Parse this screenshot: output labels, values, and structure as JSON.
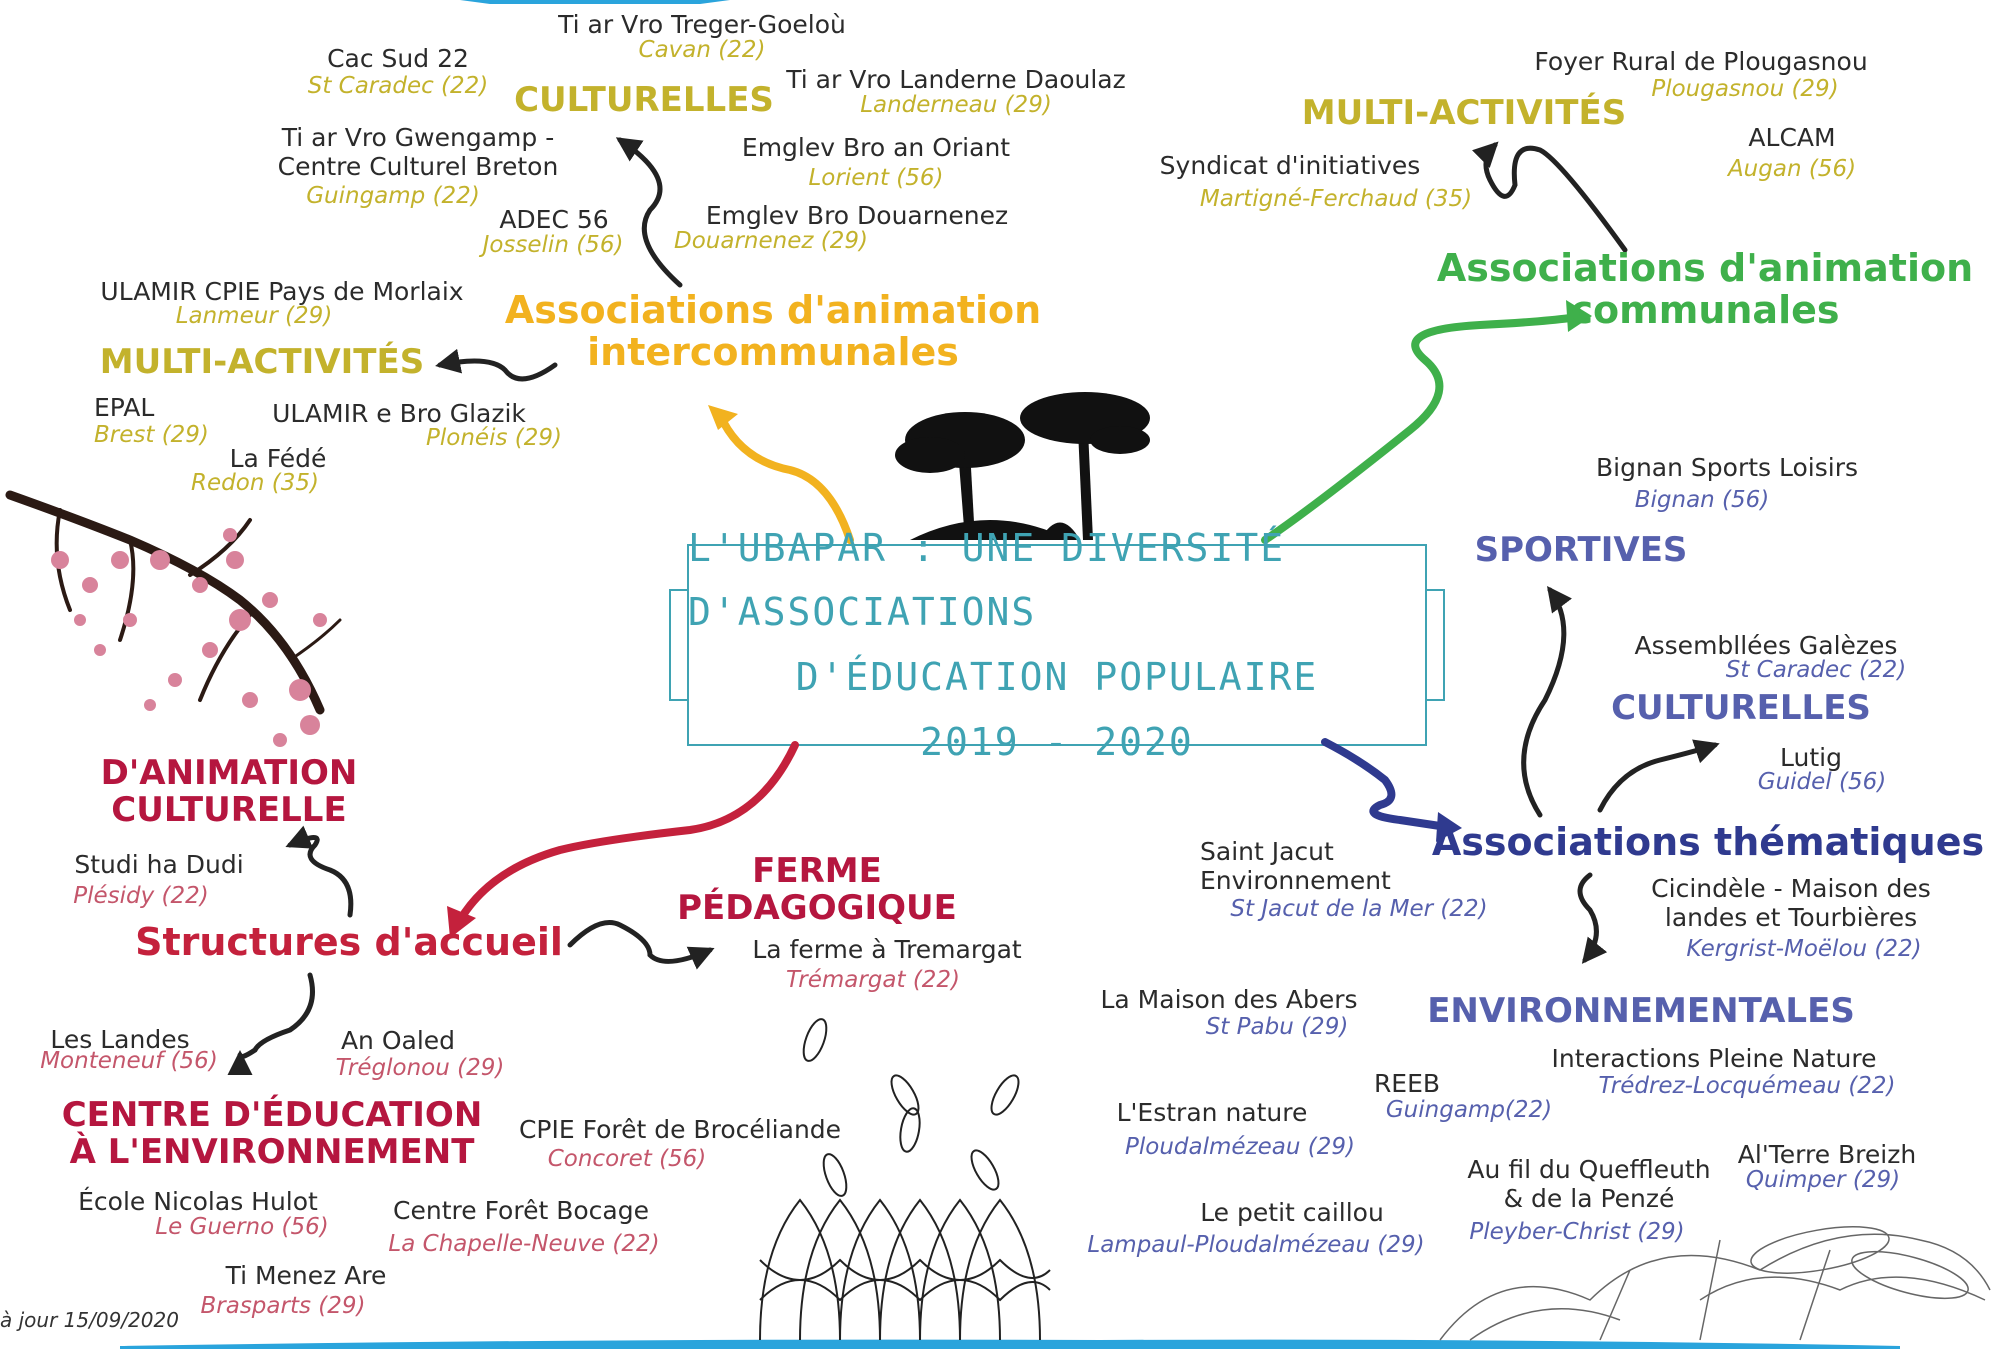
{
  "title": {
    "line1": "L'UBAPAR : UNE DIVERSITÉ D'ASSOCIATIONS",
    "line2": "D'ÉDUCATION POPULAIRE",
    "line3": "2019 - 2020"
  },
  "branches": {
    "intercommunales": {
      "label_l1": "Associations d'animation",
      "label_l2": "intercommunales",
      "color": "#f2b21f"
    },
    "communales": {
      "label_l1": "Associations d'animation",
      "label_l2": "communales",
      "color": "#3fb04b"
    },
    "thematiques": {
      "label": "Associations thématiques",
      "color": "#2f3a8f"
    },
    "accueil": {
      "label": "Structures d'accueil",
      "color": "#c4213c"
    }
  },
  "categories": {
    "culturelles_inter": "CULTURELLES",
    "multi_inter": "MULTI-ACTIVITÉS",
    "multi_comm": "MULTI-ACTIVITÉS",
    "sportives": "SPORTIVES",
    "culturelles_them": "CULTURELLES",
    "environnementales": "ENVIRONNEMENTALES",
    "animation_culturelle_l1": "D'ANIMATION",
    "animation_culturelle_l2": "CULTURELLE",
    "ferme_l1": "FERME",
    "ferme_l2": "PÉDAGOGIQUE",
    "centre_l1": "CENTRE D'ÉDUCATION",
    "centre_l2": "À L'ENVIRONNEMENT"
  },
  "entries": {
    "cac": {
      "name": "Cac Sud 22",
      "place": "St Caradec (22)"
    },
    "treger": {
      "name": "Ti ar Vro Treger-Goeloù",
      "place": "Cavan (22)"
    },
    "landerne": {
      "name": "Ti ar Vro Landerne Daoulaz",
      "place": "Landerneau (29)"
    },
    "gwengamp": {
      "name_l1": "Ti ar Vro Gwengamp -",
      "name_l2": "Centre Culturel Breton",
      "place": "Guingamp (22)"
    },
    "oriant": {
      "name": "Emglev Bro an Oriant",
      "place": "Lorient (56)"
    },
    "adec": {
      "name": "ADEC 56",
      "place": "Josselin (56)"
    },
    "douarnenez": {
      "name": "Emglev Bro Douarnenez",
      "place": "Douarnenez (29)"
    },
    "ulamir_morlaix": {
      "name": "ULAMIR CPIE Pays de Morlaix",
      "place": "Lanmeur (29)"
    },
    "epal": {
      "name": "EPAL",
      "place": "Brest (29)"
    },
    "glazik": {
      "name": "ULAMIR e Bro Glazik",
      "place": "Plonéis (29)"
    },
    "fede": {
      "name": "La Fédé",
      "place": "Redon (35)"
    },
    "plougasnou": {
      "name": "Foyer Rural de Plougasnou",
      "place": "Plougasnou (29)"
    },
    "alcam": {
      "name": "ALCAM",
      "place": "Augan (56)"
    },
    "syndicat": {
      "name": "Syndicat d'initiatives",
      "place": "Martigné-Ferchaud (35)"
    },
    "bignan": {
      "name": "Bignan Sports Loisirs",
      "place": "Bignan (56)"
    },
    "galezes": {
      "name": "Assembllées Galèzes",
      "place": "St Caradec (22)"
    },
    "lutig": {
      "name": "Lutig",
      "place": "Guidel (56)"
    },
    "saint_jacut": {
      "name_l1": "Saint Jacut",
      "name_l2": "Environnement",
      "place": "St Jacut de la Mer (22)"
    },
    "cicindele": {
      "name_l1": "Cicindèle - Maison des",
      "name_l2": "landes et Tourbières",
      "place": "Kergrist-Moëlou (22)"
    },
    "abers": {
      "name": "La Maison des Abers",
      "place": "St Pabu (29)"
    },
    "interactions": {
      "name": "Interactions Pleine Nature",
      "place": "Trédrez-Locquémeau (22)"
    },
    "reeb": {
      "name": "REEB",
      "place": "Guingamp(22)"
    },
    "estran": {
      "name": "L'Estran nature",
      "place": "Ploudalmézeau (29)"
    },
    "alterre": {
      "name": "Al'Terre Breizh",
      "place": "Quimper (29)"
    },
    "queffleuth": {
      "name_l1": "Au fil du Queffleuth",
      "name_l2": "& de la Penzé",
      "place": "Pleyber-Christ (29)"
    },
    "caillou": {
      "name": "Le petit caillou",
      "place": "Lampaul-Ploudalmézeau (29)"
    },
    "studi": {
      "name": "Studi ha Dudi",
      "place": "Plésidy (22)"
    },
    "tremargat": {
      "name": "La ferme à Tremargat",
      "place": "Trémargat (22)"
    },
    "landes": {
      "name": "Les Landes",
      "place": "Monteneuf (56)"
    },
    "oaled": {
      "name": "An Oaled",
      "place": "Tréglonou (29)"
    },
    "broceliande": {
      "name": "CPIE Forêt de Brocéliande",
      "place": "Concoret (56)"
    },
    "hulot": {
      "name": "École Nicolas Hulot",
      "place": "Le Guerno (56)"
    },
    "bocage": {
      "name": "Centre Forêt Bocage",
      "place": "La Chapelle-Neuve (22)"
    },
    "menez": {
      "name": "Ti Menez Are",
      "place": "Brasparts (29)"
    }
  },
  "footer": "à jour 15/09/2020",
  "colors": {
    "yellow": "#c3b22c",
    "orange": "#f2b21f",
    "green": "#3fb04b",
    "navy": "#2f3a8f",
    "indigo": "#5660ad",
    "crimson": "#c4213c",
    "teal": "#3fa3b3"
  }
}
